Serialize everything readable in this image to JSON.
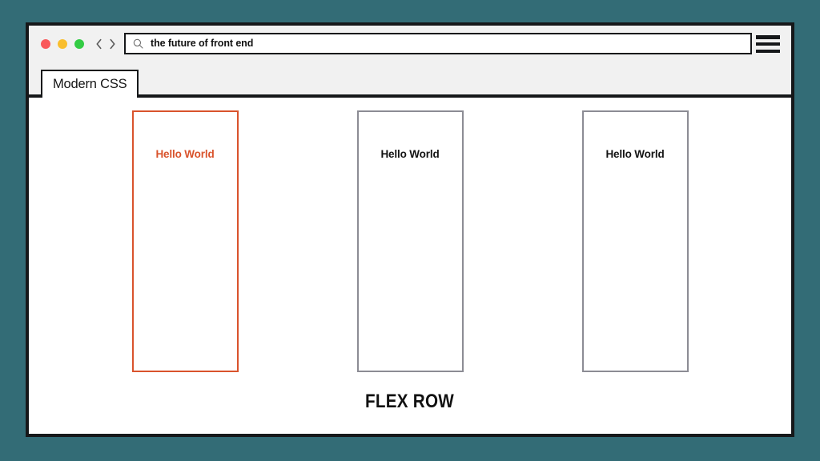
{
  "theme": {
    "page_background": "#336c76",
    "window_chrome": "#16181a",
    "toolbar_background": "#f1f1f1",
    "content_background": "#ffffff",
    "accent": "#d9532c",
    "neutral_border": "#8c8c94"
  },
  "browser": {
    "traffic_lights": [
      {
        "name": "close",
        "color": "#f9585a"
      },
      {
        "name": "minimize",
        "color": "#f9be2e"
      },
      {
        "name": "zoom",
        "color": "#33cc44"
      }
    ],
    "nav": {
      "back_icon": "chevron-left-icon",
      "forward_icon": "chevron-right-icon"
    },
    "search": {
      "icon": "search-icon",
      "value": "the future of front end",
      "placeholder": "Search or enter address"
    },
    "menu": {
      "icon": "hamburger-menu-icon",
      "label": "Menu"
    },
    "tabs": [
      {
        "label": "Modern CSS",
        "active": true
      }
    ]
  },
  "content": {
    "items": [
      {
        "label": "Hello World",
        "highlighted": true
      },
      {
        "label": "Hello World",
        "highlighted": false
      },
      {
        "label": "Hello World",
        "highlighted": false
      }
    ],
    "caption": "FLEX ROW"
  }
}
